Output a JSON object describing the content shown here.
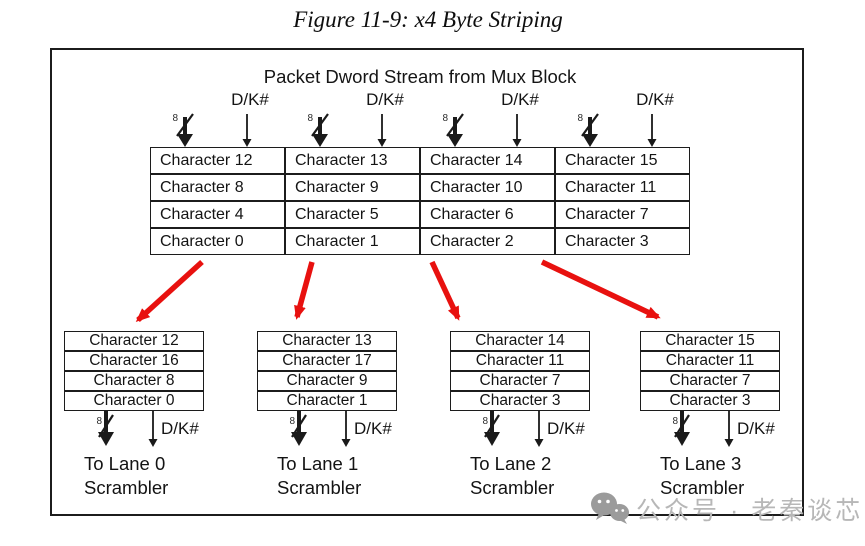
{
  "figure_title": "Figure 11-9: x4 Byte Striping",
  "diagram": {
    "stream_title": "Packet Dword Stream from Mux Block",
    "dk_label": "D/K#",
    "bus_width_label": "8",
    "main_table": {
      "rows": [
        [
          "Character 12",
          "Character 13",
          "Character 14",
          "Character 15"
        ],
        [
          "Character 8",
          "Character 9",
          "Character 10",
          "Character 11"
        ],
        [
          "Character 4",
          "Character 5",
          "Character 6",
          "Character 7"
        ],
        [
          "Character 0",
          "Character 1",
          "Character 2",
          "Character 3"
        ]
      ]
    },
    "lanes": [
      {
        "rows": [
          "Character 12",
          "Character 16",
          "Character 8",
          "Character 0"
        ],
        "label": [
          "To Lane 0",
          "Scrambler"
        ]
      },
      {
        "rows": [
          "Character 13",
          "Character 17",
          "Character 9",
          "Character 1"
        ],
        "label": [
          "To Lane 1",
          "Scrambler"
        ]
      },
      {
        "rows": [
          "Character 14",
          "Character 11",
          "Character 7",
          "Character 3"
        ],
        "label": [
          "To Lane 2",
          "Scrambler"
        ]
      },
      {
        "rows": [
          "Character 15",
          "Character 11",
          "Character 7",
          "Character 3"
        ],
        "label": [
          "To Lane 3",
          "Scrambler"
        ]
      }
    ]
  },
  "watermark": {
    "icon": "wechat-icon",
    "text": "公众号 · 老秦谈芯"
  },
  "colors": {
    "arrow_red": "#e8110f",
    "line_black": "#1a1a1a",
    "watermark_gray": "#b7b7b7"
  }
}
